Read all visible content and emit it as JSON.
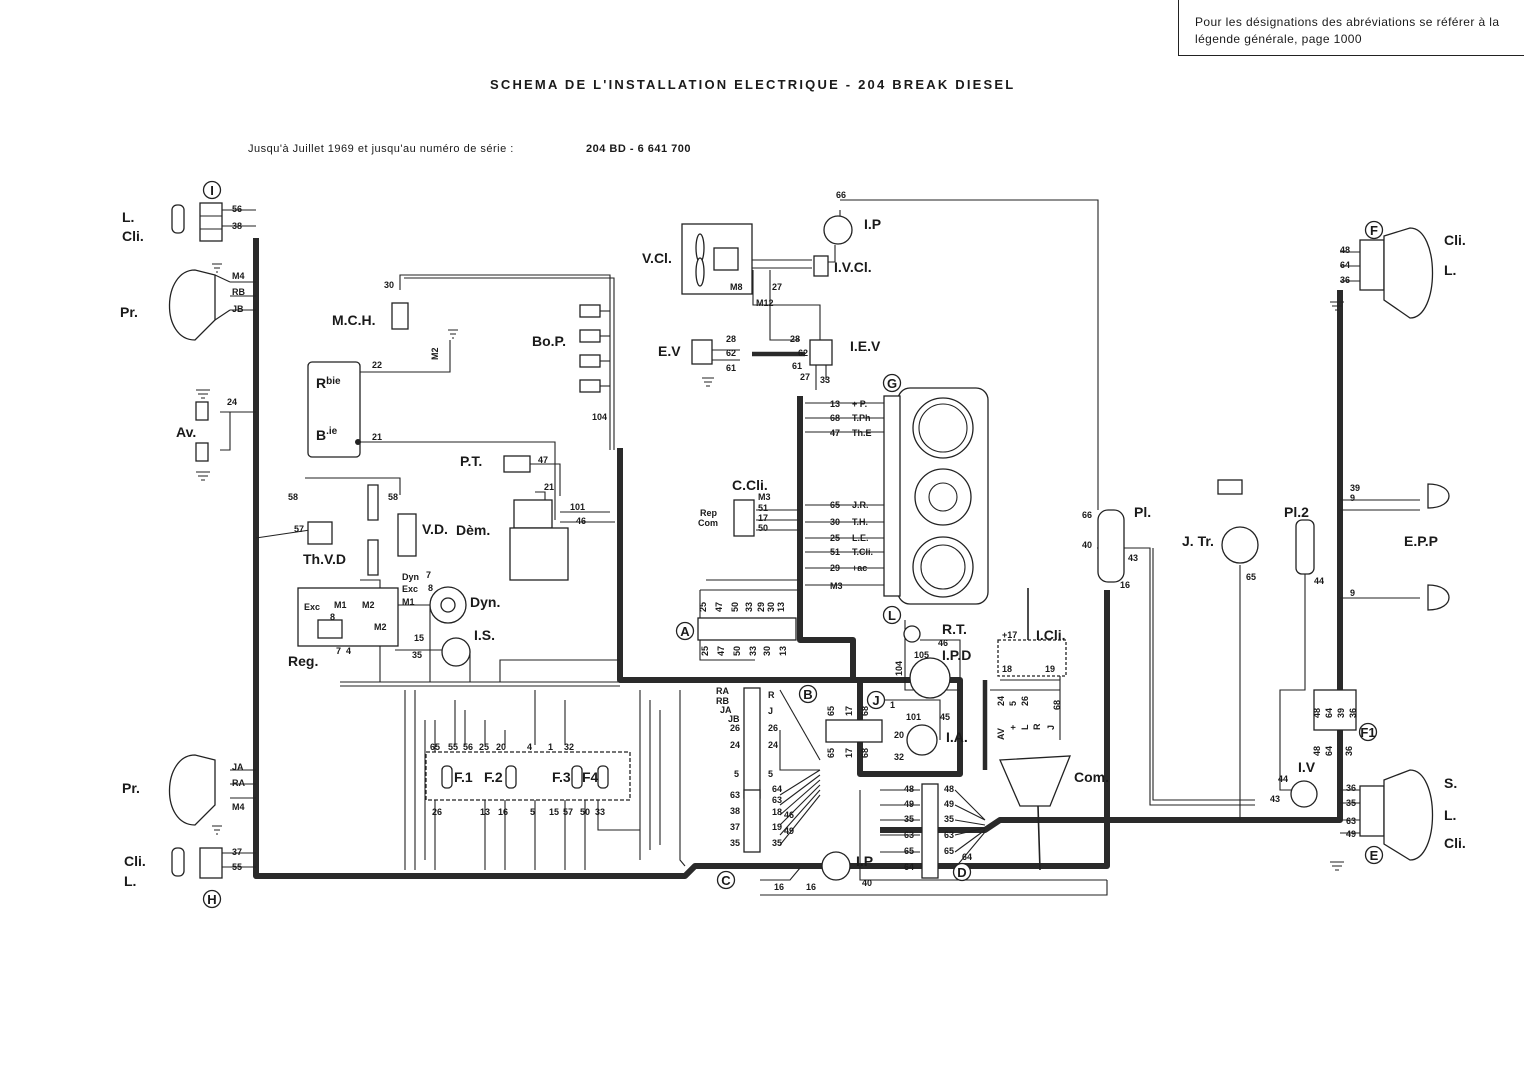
{
  "header": {
    "note": "Pour les désignations des abréviations se référer à la légende générale, page 1000",
    "title": "SCHEMA DE L'INSTALLATION ELECTRIQUE - 204 BREAK DIESEL",
    "subtitle": "Jusqu'à Juillet 1969 et jusqu'au numéro de série :",
    "serial": "204 BD - 6 641 700"
  },
  "components": {
    "l_cli_tl": "L.",
    "cli_tl": "Cli.",
    "pr_top": "Pr.",
    "av": "Av.",
    "pr_bottom": "Pr.",
    "cli_bl": "Cli.",
    "l_bl": "L.",
    "mch": "M.C.H.",
    "rbie": "R",
    "rbie_sup": "bie",
    "bie": "B",
    "bie_sup": ".ie",
    "thvd": "Th.V.D",
    "vd": "V.D.",
    "pt": "P.T.",
    "dem": "Dèm.",
    "dyn": "Dyn.",
    "reg": "Reg.",
    "is": "I.S.",
    "bop": "Bo.P.",
    "vcl": "V.Cl.",
    "ip_top": "I.P",
    "ivcl": "I.V.Cl.",
    "ev": "E.V",
    "iev": "I.E.V",
    "ccli": "C.Cli.",
    "pl": "Pl.",
    "jtr": "J. Tr.",
    "pl2": "Pl.2",
    "epp": "E.P.P",
    "cli_tr": "Cli.",
    "l_tr": "L.",
    "s_br": "S.",
    "l_br": "L.",
    "cli_br": "Cli.",
    "iv": "I.V",
    "rt": "R.T.",
    "ipd": "I.P.D",
    "icli": "I.Cli.",
    "ia": "I.A.",
    "com": "Com.",
    "ip_bottom": "I.P",
    "f1": "F.1",
    "f2": "F.2",
    "f3": "F.3",
    "f4": "F4",
    "rep_com": "Rep",
    "rep_com2": "Com",
    "m8": "M8",
    "m12": "M12",
    "m3": "M3",
    "m4": "M4",
    "m2": "M2"
  },
  "connectors": {
    "I": "I",
    "H": "H",
    "F": "F",
    "E": "E",
    "F1": "F1",
    "A": "A",
    "B": "B",
    "C": "C",
    "D": "D",
    "G": "G",
    "L": "L",
    "J": "J"
  },
  "gauge_terminals": [
    {
      "n": "13",
      "t": "+ P."
    },
    {
      "n": "68",
      "t": "T.Ph"
    },
    {
      "n": "47",
      "t": "Th.E"
    },
    {
      "n": "65",
      "t": "J.R."
    },
    {
      "n": "30",
      "t": "T.H."
    },
    {
      "n": "25",
      "t": "L.E."
    },
    {
      "n": "51",
      "t": "T.Cli."
    },
    {
      "n": "29",
      "t": "+ac"
    }
  ],
  "connector_A": [
    "25",
    "47",
    "50",
    "33",
    "30",
    "13"
  ],
  "connector_A_top": [
    "25",
    "47",
    "50",
    "33",
    "29",
    "30",
    "13"
  ],
  "connector_B_left": [
    "RA",
    "RB",
    "JA",
    "JB",
    "26",
    "24",
    "5"
  ],
  "connector_B_right": [
    "R",
    "J",
    "26",
    "24",
    "5"
  ],
  "connector_C_left": [
    "63",
    "38",
    "37",
    "35"
  ],
  "connector_C_right": [
    "64",
    "63",
    "18",
    "19",
    "35"
  ],
  "connector_C_extra": [
    "46",
    "49"
  ],
  "connector_D_left": [
    "48",
    "49",
    "35",
    "63",
    "65",
    "64"
  ],
  "connector_D_right": [
    "48",
    "49",
    "35",
    "63",
    "65",
    "64"
  ],
  "connector_J": [
    "65",
    "17",
    "68"
  ],
  "fuse_top": [
    "65",
    "55",
    "56",
    "25",
    "20",
    "4",
    "1",
    "32"
  ],
  "fuse_bottom": [
    "26",
    "13",
    "16",
    "5",
    "15",
    "57",
    "50",
    "33"
  ],
  "connector_F": [
    "48",
    "64",
    "36"
  ],
  "connector_E": [
    "36",
    "35",
    "63",
    "49"
  ],
  "connector_F1": [
    "48",
    "64",
    "39",
    "36"
  ],
  "connector_F1_b": [
    "48",
    "64",
    "36"
  ],
  "connector_I": [
    "56",
    "38"
  ],
  "connector_H": [
    "37",
    "55"
  ],
  "wires": {
    "w30": "30",
    "w22": "22",
    "w21": "21",
    "w24": "24",
    "w58a": "58",
    "w58b": "58",
    "w57": "57",
    "w47": "47",
    "w101": "101",
    "w46": "46",
    "w104": "104",
    "w7": "7",
    "w8": "8",
    "w35": "35",
    "w15": "15",
    "w4": "4",
    "w7b": "7",
    "w66": "66",
    "w27a": "27",
    "w27b": "27",
    "w28a": "28",
    "w28b": "28",
    "w62a": "62",
    "w62b": "62",
    "w61a": "61",
    "w61b": "61",
    "w33": "33",
    "w51": "51",
    "w17": "17",
    "w50": "50",
    "w66b": "66",
    "w40": "40",
    "w43": "43",
    "w16": "16",
    "w65": "65",
    "w44": "44",
    "w39": "39",
    "w9a": "9",
    "w9b": "9",
    "w43b": "43",
    "w16b": "16",
    "w16c": "16",
    "w40b": "40",
    "w46b": "46",
    "w105": "105",
    "w104b": "104",
    "w1": "1",
    "w101b": "101",
    "w45": "45",
    "w20": "20",
    "w32": "32",
    "w17b": "+17",
    "w18": "18",
    "w19": "19",
    "cw_av": "AV",
    "cw_24": "24",
    "cw_5": "5",
    "cw_plus": "+",
    "cw_26": "26",
    "cw_L": "L",
    "cw_R": "R",
    "cw_J": "J",
    "cw_68": "68",
    "rb": "RB",
    "jb": "JB",
    "ja": "JA",
    "ra": "RA",
    "m4a": "M4",
    "m4b": "M4",
    "exc": "Exc",
    "m1": "M1",
    "m2": "M2",
    "dyn_s": "Dyn",
    "exc2": "Exc",
    "m1b": "M1",
    "m2b": "M2"
  }
}
